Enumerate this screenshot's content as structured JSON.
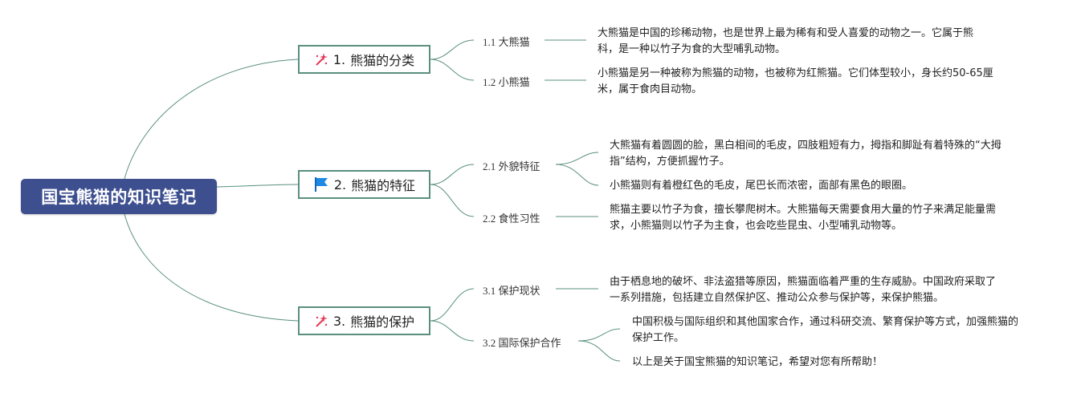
{
  "root": {
    "title": "国宝熊猫的知识笔记"
  },
  "colors": {
    "root_bg": "#3d4f8f",
    "line": "#5a8f80",
    "flag": "#1e88e5",
    "star": "#e53958"
  },
  "topics": [
    {
      "num": "1.",
      "label": "熊猫的分类",
      "icon": "sparkle-icon",
      "subs": [
        {
          "num": "1.1",
          "label": "大熊猫",
          "notes": [
            "大熊猫是中国的珍稀动物，也是世界上最为稀有和受人喜爱的动物之一。它属于熊科，是一种以竹子为食的大型哺乳动物。"
          ]
        },
        {
          "num": "1.2",
          "label": "小熊猫",
          "notes": [
            "小熊猫是另一种被称为熊猫的动物，也被称为红熊猫。它们体型较小，身长约50-65厘米，属于食肉目动物。"
          ]
        }
      ]
    },
    {
      "num": "2.",
      "label": "熊猫的特征",
      "icon": "flag-icon",
      "subs": [
        {
          "num": "2.1",
          "label": "外貌特征",
          "notes": [
            "大熊猫有着圆圆的脸，黑白相间的毛皮，四肢粗短有力，拇指和脚趾有着特殊的“大拇指”结构，方便抓握竹子。",
            "小熊猫则有着橙红色的毛皮，尾巴长而浓密，面部有黑色的眼圈。"
          ]
        },
        {
          "num": "2.2",
          "label": "食性习性",
          "notes": [
            "熊猫主要以竹子为食，擅长攀爬树木。大熊猫每天需要食用大量的竹子来满足能量需求，小熊猫则以竹子为主食，也会吃些昆虫、小型哺乳动物等。"
          ]
        }
      ]
    },
    {
      "num": "3.",
      "label": "熊猫的保护",
      "icon": "sparkle-icon",
      "subs": [
        {
          "num": "3.1",
          "label": "保护现状",
          "notes": [
            "由于栖息地的破坏、非法盗猎等原因，熊猫面临着严重的生存威胁。中国政府采取了一系列措施，包括建立自然保护区、推动公众参与保护等，来保护熊猫。"
          ]
        },
        {
          "num": "3.2",
          "label": "国际保护合作",
          "notes": [
            "中国积极与国际组织和其他国家合作，通过科研交流、繁育保护等方式，加强熊猫的保护工作。",
            "以上是关于国宝熊猫的知识笔记，希望对您有所帮助！"
          ]
        }
      ]
    }
  ]
}
